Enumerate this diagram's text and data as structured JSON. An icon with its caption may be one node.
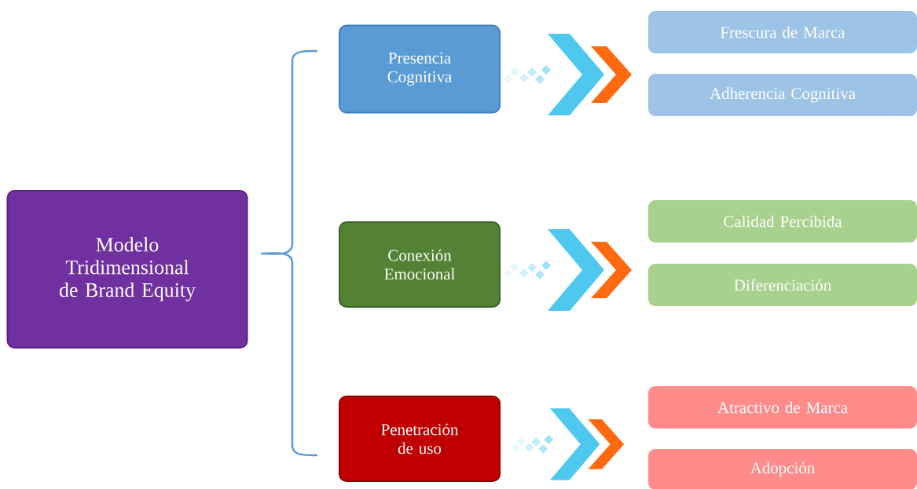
{
  "diagram": {
    "nodes": [
      {
        "text": [
          "Modelo Tridimensional de Brand Equity"
        ]
      },
      {
        "text": [
          "Presencia Cognitiva"
        ]
      },
      {
        "text": [
          "Conexión Emocional"
        ]
      },
      {
        "text": [
          "Penetración de uso"
        ]
      },
      {
        "text": [
          "Frescura de Marca"
        ]
      },
      {
        "text": [
          "Adherencia Cognitiva"
        ]
      },
      {
        "text": [
          "Calidad Percibida"
        ]
      },
      {
        "text": [
          "Diferenciación"
        ]
      },
      {
        "text": [
          "Atractivo de Marca"
        ]
      },
      {
        "text": [
          "Adopción"
        ]
      }
    ],
    "edges": [
      {
        "from": 1,
        "to": 4,
        "arrow": "to"
      },
      {
        "from": 1,
        "to": 5,
        "arrow": "to"
      },
      {
        "from": 2,
        "to": 6,
        "arrow": "to"
      },
      {
        "from": 2,
        "to": 7,
        "arrow": "to"
      },
      {
        "from": 3,
        "to": 8,
        "arrow": "to"
      },
      {
        "from": 3,
        "to": 9,
        "arrow": "to"
      }
    ]
  }
}
